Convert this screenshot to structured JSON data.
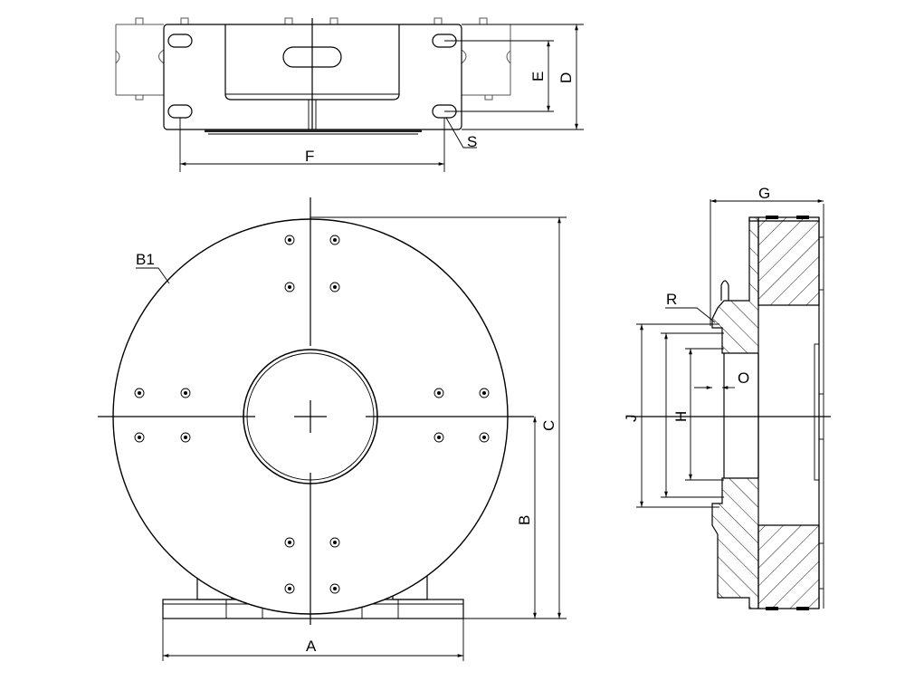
{
  "drawing": {
    "labels": {
      "A": "A",
      "B": "B",
      "B1": "B1",
      "C": "C",
      "D": "D",
      "E": "E",
      "F": "F",
      "G": "G",
      "H": "H",
      "J": "J",
      "O": "O",
      "R": "R",
      "S": "S"
    }
  }
}
